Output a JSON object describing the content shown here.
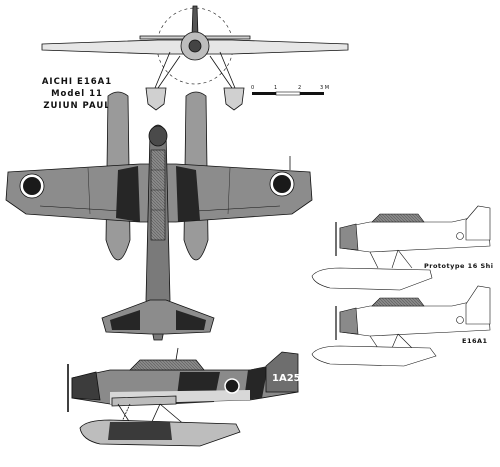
{
  "title": {
    "line1": "AICHI E16A1",
    "line2": "Model 11",
    "line3": "ZUIUN PAUL"
  },
  "scale_bar": {
    "labels": [
      "0",
      "1",
      "2",
      "3 M"
    ]
  },
  "tail_code": "1A25",
  "captions": {
    "prototype": "Prototype 16 Shi",
    "production": "E16A1"
  },
  "colors": {
    "ink": "#111111",
    "upper_camo": "#6e6e6e",
    "dark_camo": "#262626",
    "underside": "#d8d8d8",
    "roundel": "#1a1a1a"
  }
}
